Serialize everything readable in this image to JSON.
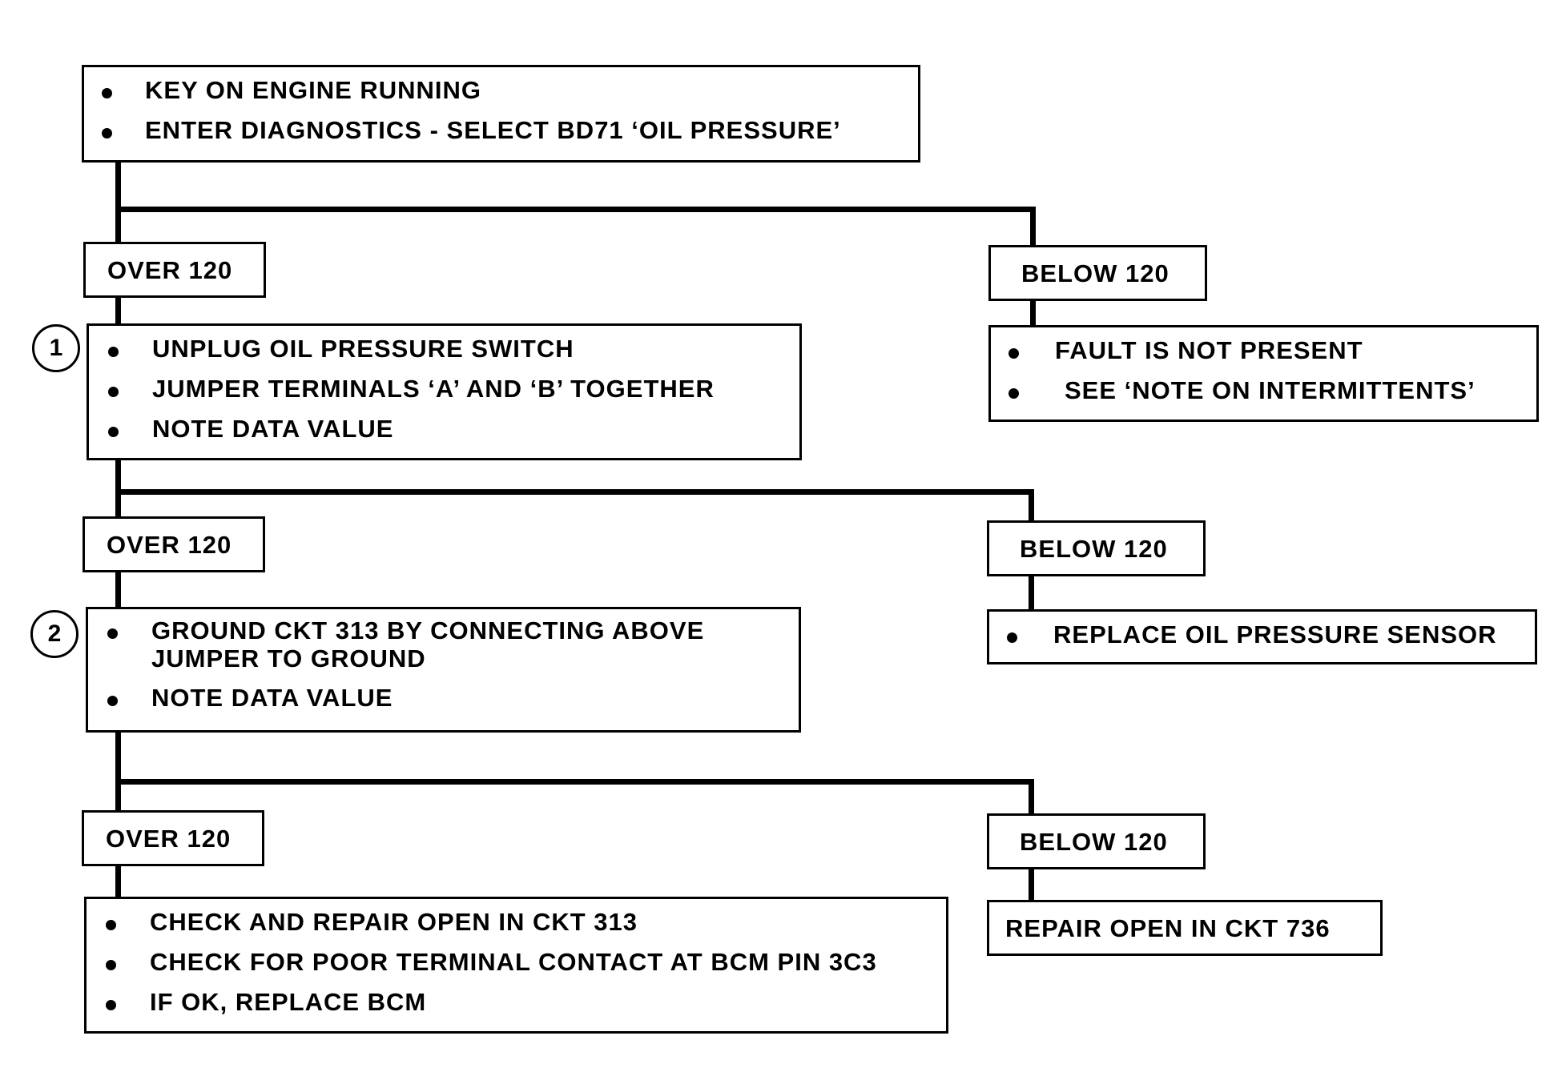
{
  "start": {
    "lines": [
      "KEY ON ENGINE RUNNING",
      "ENTER DIAGNOSTICS - SELECT BD71 ‘OIL PRESSURE’"
    ]
  },
  "levels": [
    {
      "over_label": "OVER 120",
      "below_label": "BELOW 120",
      "step_number": "1",
      "over_lines": [
        "UNPLUG OIL PRESSURE SWITCH",
        "JUMPER TERMINALS ‘A’ AND ‘B’ TOGETHER",
        "NOTE DATA VALUE"
      ],
      "below_lines": [
        "FAULT IS NOT PRESENT",
        "SEE ‘NOTE ON INTERMITTENTS’"
      ]
    },
    {
      "over_label": "OVER 120",
      "below_label": "BELOW 120",
      "step_number": "2",
      "over_lines": [
        "GROUND CKT 313 BY CONNECTING ABOVE",
        "JUMPER TO GROUND",
        "NOTE DATA VALUE"
      ],
      "below_lines": [
        "REPLACE OIL PRESSURE SENSOR"
      ]
    },
    {
      "over_label": "OVER 120",
      "below_label": "BELOW 120",
      "over_lines": [
        "CHECK AND REPAIR OPEN IN CKT 313",
        "CHECK FOR POOR TERMINAL CONTACT AT BCM PIN 3C3",
        "IF OK, REPLACE BCM"
      ],
      "below_text": "REPAIR OPEN IN CKT 736"
    }
  ]
}
